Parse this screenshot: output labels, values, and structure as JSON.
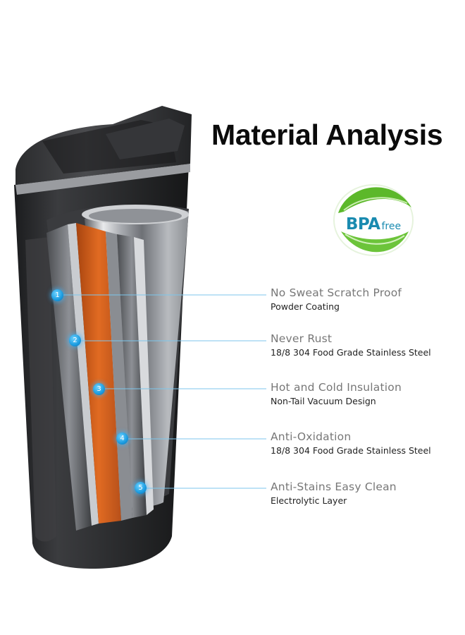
{
  "title": "Material Analysis",
  "badge": {
    "text_main": "BPA",
    "text_sub": "free",
    "icon": "leaf-icon",
    "color": "#5cb82a"
  },
  "features": [
    {
      "number": "1",
      "title": "No Sweat Scratch Proof",
      "subtitle": "Powder Coating"
    },
    {
      "number": "2",
      "title": "Never Rust",
      "subtitle": "18/8 304 Food Grade Stainless Steel"
    },
    {
      "number": "3",
      "title": "Hot and Cold Insulation",
      "subtitle": "Non-Tail Vacuum Design"
    },
    {
      "number": "4",
      "title": "Anti-Oxidation",
      "subtitle": "18/8 304 Food Grade Stainless Steel"
    },
    {
      "number": "5",
      "title": "Anti-Stains Easy Clean",
      "subtitle": "Electrolytic Layer"
    }
  ],
  "colors": {
    "accent": "#3aaee8",
    "copper": "#d9631c",
    "body": "#2e2f31"
  }
}
